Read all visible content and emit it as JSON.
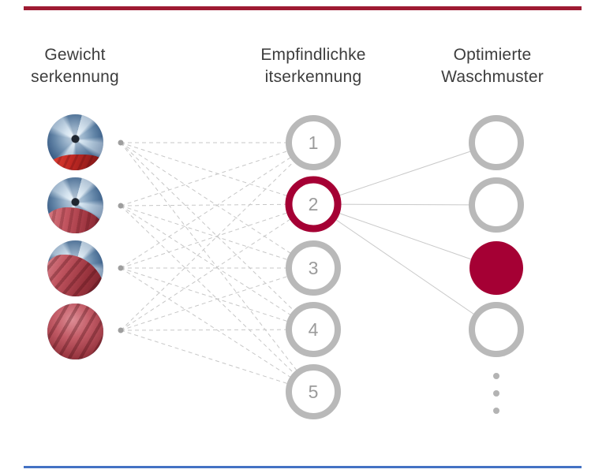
{
  "diagram": {
    "columns": [
      {
        "id": "gewicht",
        "title_line1": "Gewicht",
        "title_line2": "serkennung"
      },
      {
        "id": "empfindlichkeit",
        "title_line1": "Empfindlichke",
        "title_line2": "itserkennung"
      },
      {
        "id": "waschmuster",
        "title_line1": "Optimierte",
        "title_line2": "Waschmuster"
      }
    ],
    "input_nodes": [
      {
        "description": "drum-photo-small-load"
      },
      {
        "description": "drum-photo-medium-load"
      },
      {
        "description": "drum-photo-large-load"
      },
      {
        "description": "drum-photo-full-load"
      }
    ],
    "middle_nodes": [
      {
        "label": "1",
        "active": false
      },
      {
        "label": "2",
        "active": true
      },
      {
        "label": "3",
        "active": false
      },
      {
        "label": "4",
        "active": false
      },
      {
        "label": "5",
        "active": false
      }
    ],
    "output_nodes": [
      {
        "filled": false
      },
      {
        "filled": false
      },
      {
        "filled": true
      },
      {
        "filled": false
      }
    ],
    "colors": {
      "brand_red": "#a50034",
      "top_bar_red": "#9e1b32",
      "bottom_line_blue": "#4472c4",
      "ring_gray": "#b9b9b9",
      "line_gray": "#c7c7c7",
      "text_gray": "#3d3d3d"
    }
  }
}
